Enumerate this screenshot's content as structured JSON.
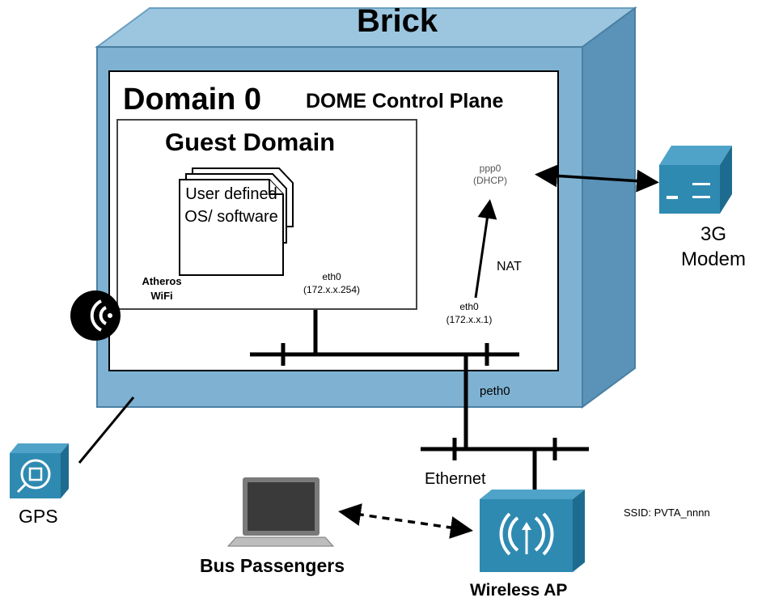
{
  "diagram": {
    "brick_title": "Brick",
    "domain0_title": "Domain 0",
    "dome_title": "DOME Control Plane",
    "guest_title": "Guest Domain",
    "user_software": "User defined OS/ software",
    "atheros": "Atheros WiFi",
    "guest_eth0_label": "eth0",
    "guest_eth0_ip": "(172.x.x.254)",
    "dom0_eth0_label": "eth0",
    "dom0_eth0_ip": "(172.x.x.1)",
    "ppp0_label": "ppp0",
    "ppp0_mode": "(DHCP)",
    "nat_label": "NAT",
    "peth0_label": "peth0",
    "modem_label": "3G Modem",
    "gps_label": "GPS",
    "ethernet_label": "Ethernet",
    "ssid_label": "SSID: PVTA_nnnn",
    "bus_label": "Bus Passengers",
    "wap_label": "Wireless AP"
  },
  "colors": {
    "brick_front": "#7fb2d2",
    "brick_top": "#9cc6df",
    "brick_side": "#5b93b8",
    "device_teal": "#2f8ab1",
    "device_dark": "#1d6c90"
  },
  "icons": [
    "document-stack-icon",
    "wifi-antenna-icon",
    "modem-icon",
    "gps-icon",
    "laptop-icon",
    "wireless-ap-icon"
  ]
}
